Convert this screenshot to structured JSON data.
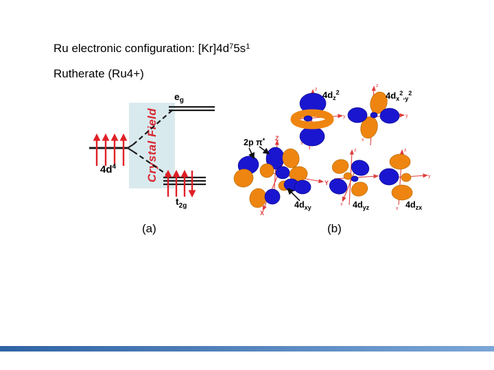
{
  "title": {
    "line1_text": "Ru electronic configuration: [Kr]4d",
    "line1_sup1": "7",
    "line1_mid": "5s",
    "line1_sup2": "1",
    "line2": "Rutherate (Ru4+)"
  },
  "captions": {
    "a": "(a)",
    "b": "(b)"
  },
  "crystal_field_diagram": {
    "band_label": "Crystal Field",
    "free_level": {
      "base": "4d",
      "sup": "4"
    },
    "eg": {
      "base": "e",
      "sub": "g"
    },
    "t2g": {
      "base": "t",
      "sub": "2g"
    }
  },
  "orbital_diagram": {
    "pi_label": {
      "base": "2p π",
      "sup": "*"
    },
    "dz2": {
      "base": "4d",
      "sub": "z",
      "sup": "2"
    },
    "dx2y2": {
      "base": "4d",
      "sub1": "x",
      "sup1": "2",
      "sub2": "-y",
      "sup2": "2"
    },
    "dxy": {
      "base": "4d",
      "sub": "xy"
    },
    "dyz": {
      "base": "4d",
      "sub": "yz"
    },
    "dzx": {
      "base": "4d",
      "sub": "zx"
    },
    "axes_upper": {
      "x": "X",
      "y": "Y",
      "z": "Z"
    },
    "axes_lower": {
      "x": "x",
      "y": "y",
      "z": "z"
    }
  },
  "colors": {
    "arrow_red": "#e01f26",
    "axis_red": "#e03c3c",
    "band_blue": "#d9eaee",
    "crystal_red": "#d8262f",
    "lobe_blue": "#1a16d0",
    "lobe_blue_edge": "#0d0a8a",
    "lobe_orange": "#ef8511",
    "lobe_orange_edge": "#b56a05",
    "line_black": "#1a1a1a",
    "bar_left": "#2f63a4",
    "bar_right": "#7ba6d7"
  }
}
